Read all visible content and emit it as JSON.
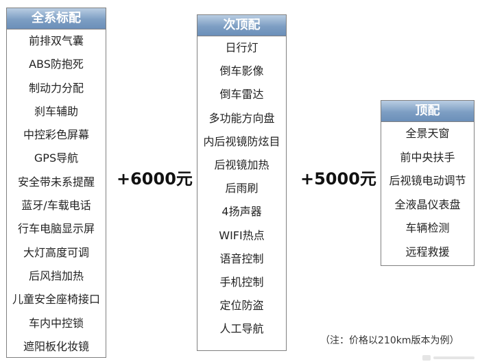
{
  "columns": [
    {
      "title": "全系标配",
      "items": [
        "前排双气囊",
        "ABS防抱死",
        "制动力分配",
        "刹车辅助",
        "中控彩色屏幕",
        "GPS导航",
        "安全带未系提醒",
        "蓝牙/车载电话",
        "行车电脑显示屏",
        "大灯高度可调",
        "后风挡加热",
        "儿童安全座椅接口",
        "车内中控锁",
        "遮阳板化妆镜"
      ]
    },
    {
      "title": "次顶配",
      "items": [
        "日行灯",
        "倒车影像",
        "倒车雷达",
        "多功能方向盘",
        "内后视镜防炫目",
        "后视镜加热",
        "后雨刷",
        "4扬声器",
        "WIFI热点",
        "语音控制",
        "手机控制",
        "定位防盗",
        "人工导航"
      ]
    },
    {
      "title": "顶配",
      "items": [
        "全景天窗",
        "前中央扶手",
        "后视镜电动调节",
        "全液晶仪表盘",
        "车辆检测",
        "远程救援"
      ]
    }
  ],
  "prices": [
    "+6000元",
    "+5000元"
  ],
  "note": "（注：价格以210km版本为例）",
  "colors": {
    "header_top": "#b9cde3",
    "header_bottom": "#6b8fb9",
    "border": "#7f7f7f"
  }
}
